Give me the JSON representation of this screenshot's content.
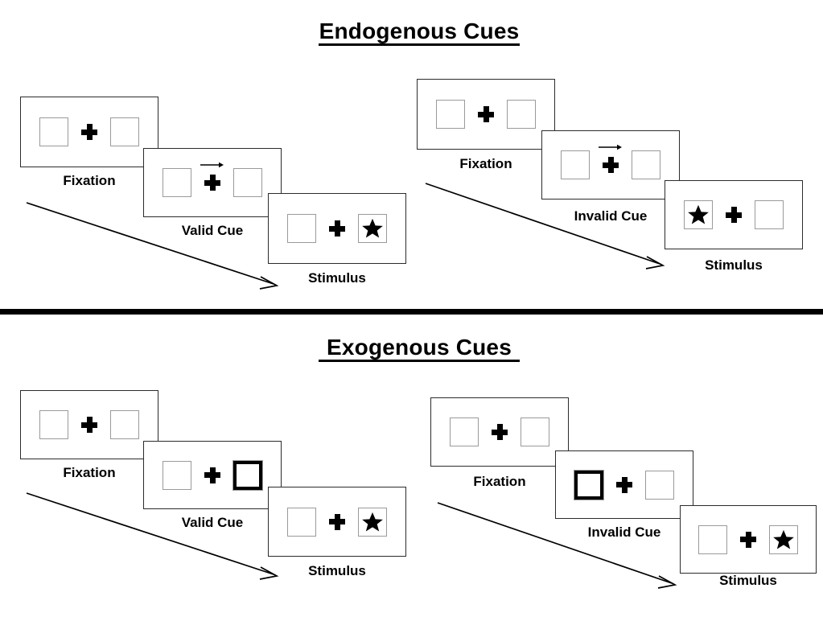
{
  "figure": {
    "sections": [
      {
        "id": "endogenous",
        "title": "Endogenous Cues",
        "sequences": [
          {
            "id": "endogenous-valid",
            "cue_type": "arrow",
            "frames": [
              {
                "label": "Fixation",
                "left_box": "empty",
                "right_box": "empty",
                "arrow_cue": false
              },
              {
                "label": "Valid Cue",
                "left_box": "empty",
                "right_box": "empty",
                "arrow_cue": true,
                "arrow_direction": "right"
              },
              {
                "label": "Stimulus",
                "left_box": "empty",
                "right_box": "star",
                "arrow_cue": false
              }
            ]
          },
          {
            "id": "endogenous-invalid",
            "cue_type": "arrow",
            "frames": [
              {
                "label": "Fixation",
                "left_box": "empty",
                "right_box": "empty",
                "arrow_cue": false
              },
              {
                "label": "Invalid Cue",
                "left_box": "empty",
                "right_box": "empty",
                "arrow_cue": true,
                "arrow_direction": "right"
              },
              {
                "label": "Stimulus",
                "left_box": "star",
                "right_box": "empty",
                "arrow_cue": false
              }
            ]
          }
        ]
      },
      {
        "id": "exogenous",
        "title": "Exogenous Cues",
        "sequences": [
          {
            "id": "exogenous-valid",
            "cue_type": "box-flash",
            "frames": [
              {
                "label": "Fixation",
                "left_box": "empty",
                "right_box": "empty"
              },
              {
                "label": "Valid Cue",
                "left_box": "empty",
                "right_box": "cued"
              },
              {
                "label": "Stimulus",
                "left_box": "empty",
                "right_box": "star"
              }
            ]
          },
          {
            "id": "exogenous-invalid",
            "cue_type": "box-flash",
            "frames": [
              {
                "label": "Fixation",
                "left_box": "empty",
                "right_box": "empty"
              },
              {
                "label": "Invalid Cue",
                "left_box": "cued",
                "right_box": "empty"
              },
              {
                "label": "Stimulus",
                "left_box": "empty",
                "right_box": "star"
              }
            ]
          }
        ]
      }
    ],
    "time_arrows": 4,
    "colors": {
      "ink": "#000000",
      "panel_border": "#2b2b2b",
      "box_border": "#9a9a9a",
      "background": "#ffffff"
    }
  }
}
